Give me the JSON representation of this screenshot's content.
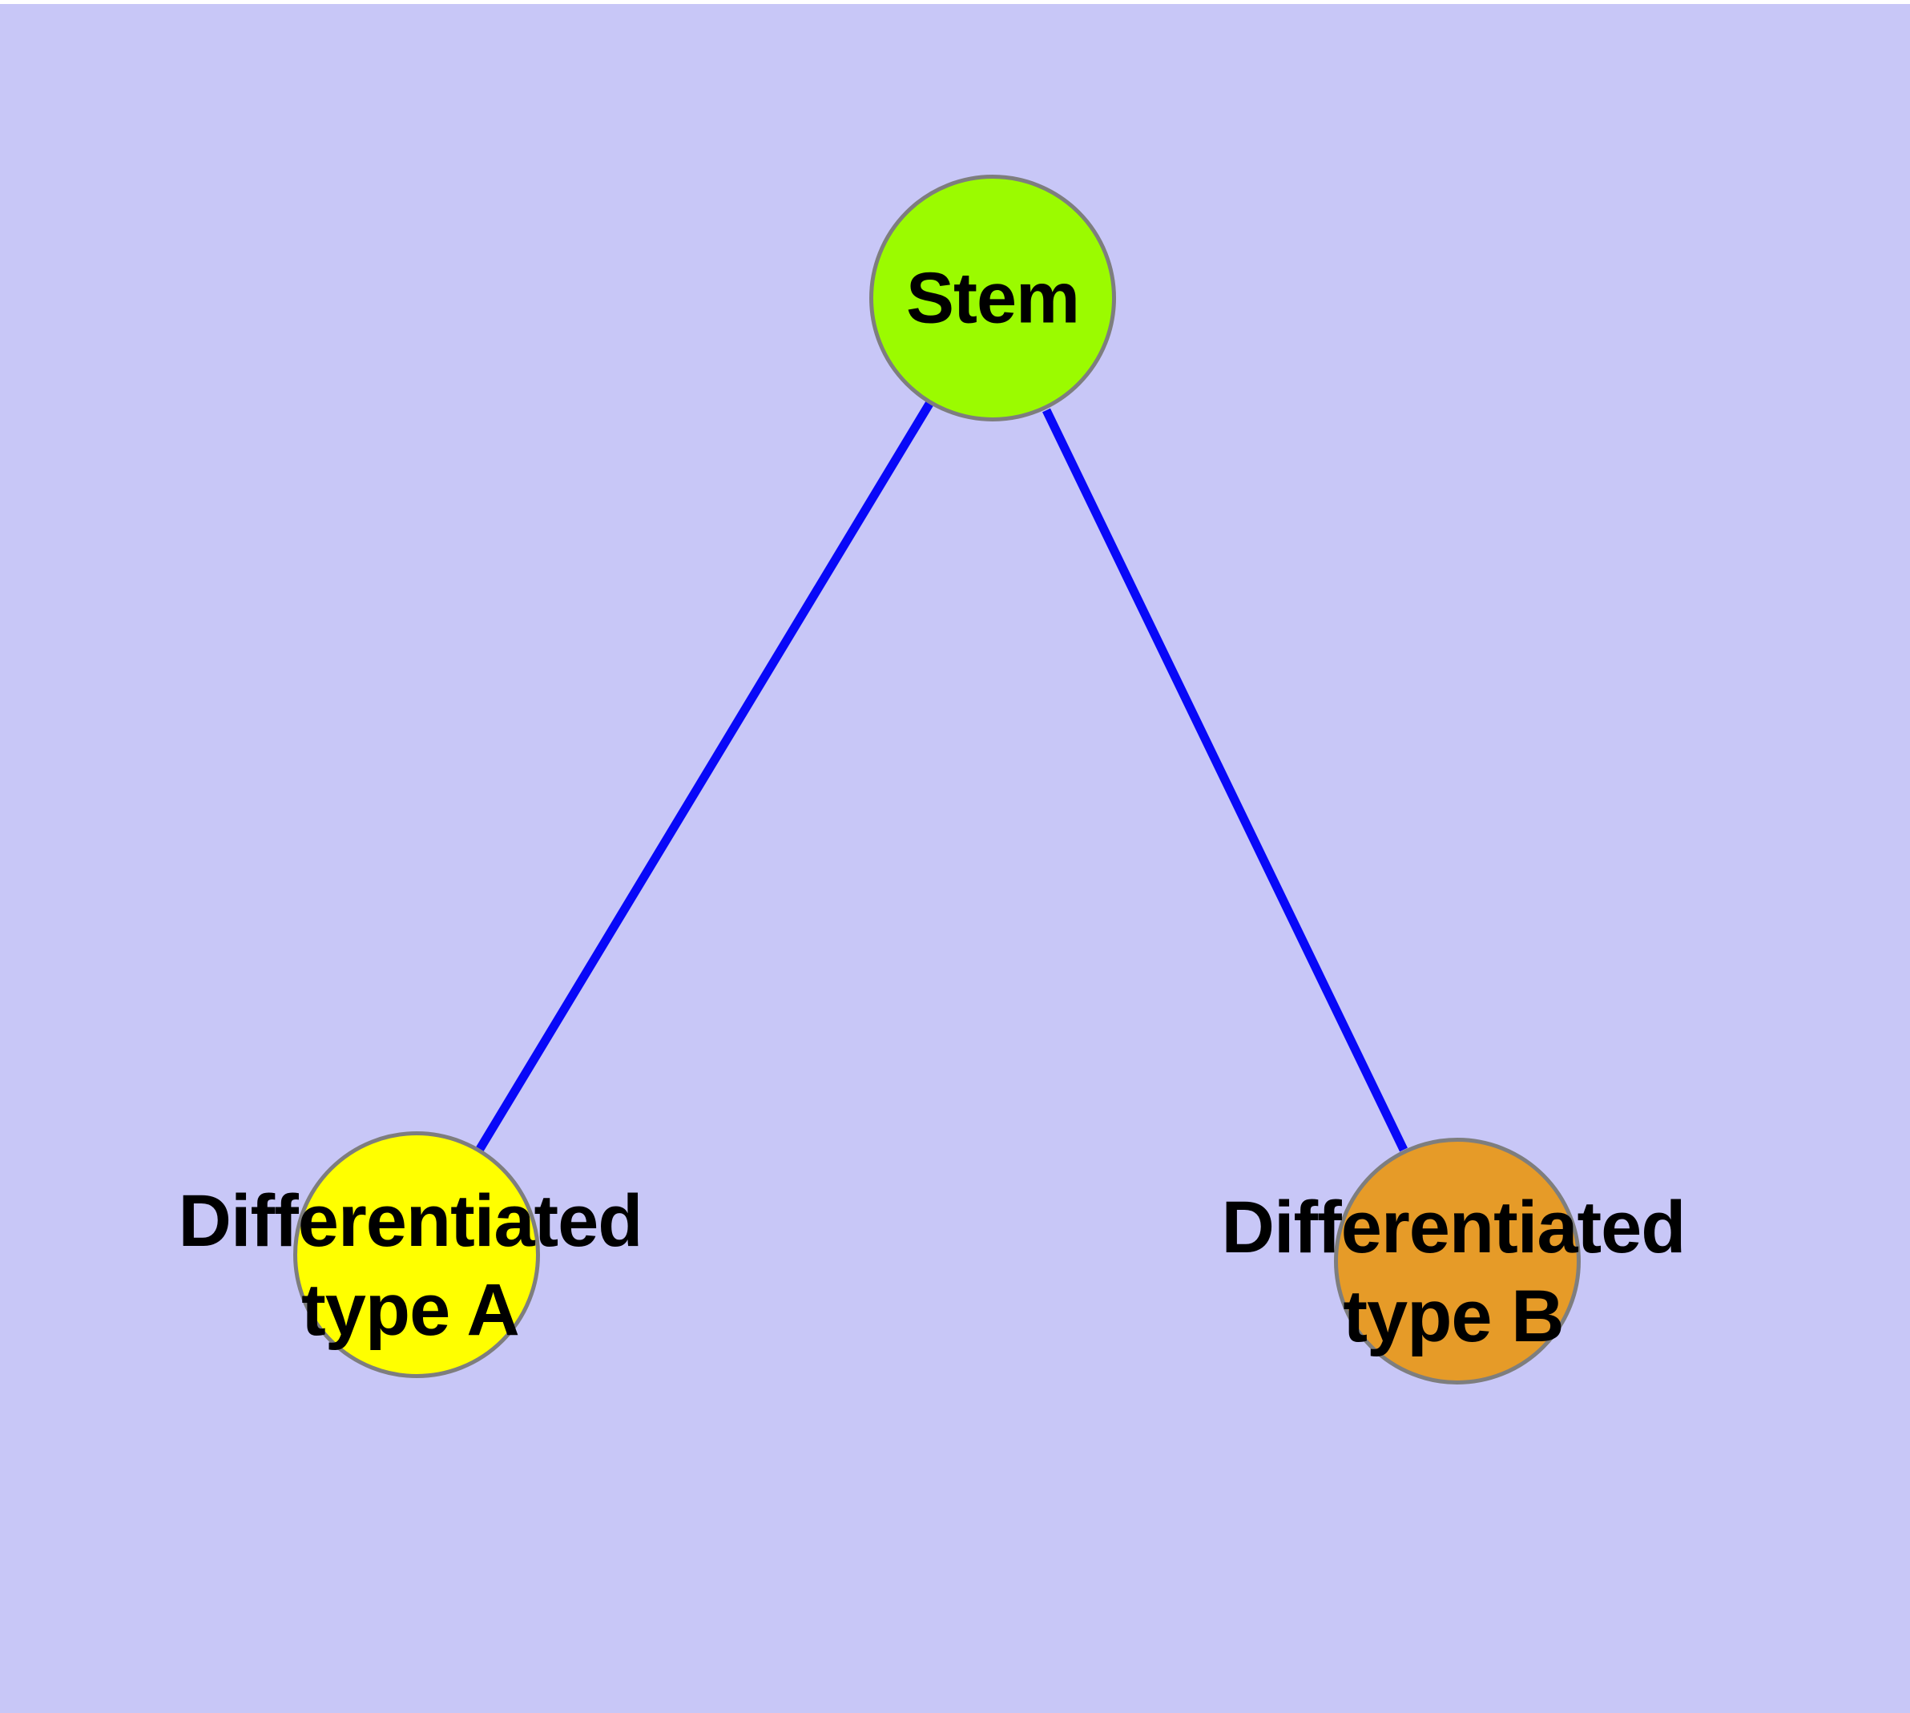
{
  "colors": {
    "background": "#C8C7F7",
    "top_edge": "#FFFFFF",
    "node_border": "#7E7E7E",
    "edge": "#0808F8",
    "label_text": "#000000"
  },
  "diagram": {
    "type": "node-link-graph",
    "description": "Stem cell differentiation hierarchy: one stem node branching to two differentiated cell types",
    "nodes": [
      {
        "id": "stem",
        "label": "Stem",
        "shape": "circle",
        "fill": "#9BFB00"
      },
      {
        "id": "differentiated-type-a",
        "label": "Differentiated type A",
        "label_line1": "Differentiated",
        "label_line2": "type A",
        "shape": "circle",
        "fill": "#FFFF00"
      },
      {
        "id": "differentiated-type-b",
        "label": "Differentiated type B",
        "label_line1": "Differentiated",
        "label_line2": "type B",
        "shape": "circle",
        "fill": "#E69B28"
      }
    ],
    "edges": [
      {
        "from": "stem",
        "to": "differentiated-type-a",
        "color": "#0808F8"
      },
      {
        "from": "stem",
        "to": "differentiated-type-b",
        "color": "#0808F8"
      }
    ]
  }
}
